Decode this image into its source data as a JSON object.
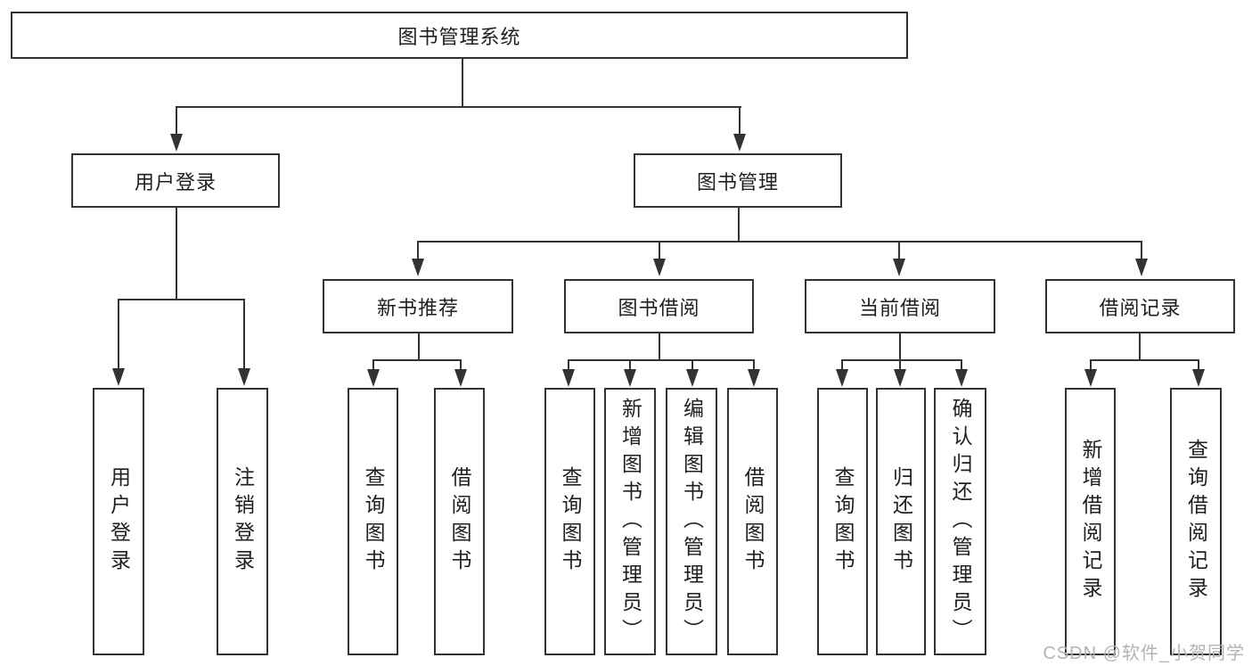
{
  "diagram": {
    "root": {
      "label": "图书管理系统"
    },
    "user_login": {
      "label": "用户登录",
      "children": [
        {
          "label": "用户登录"
        },
        {
          "label": "注销登录"
        }
      ]
    },
    "book_mgmt": {
      "label": "图书管理",
      "sections": [
        {
          "label": "新书推荐",
          "children": [
            {
              "label": "查询图书"
            },
            {
              "label": "借阅图书"
            }
          ]
        },
        {
          "label": "图书借阅",
          "children": [
            {
              "label": "查询图书"
            },
            {
              "label": "新增图书（管理员）"
            },
            {
              "label": "编辑图书（管理员）"
            },
            {
              "label": "借阅图书"
            }
          ]
        },
        {
          "label": "当前借阅",
          "children": [
            {
              "label": "查询图书"
            },
            {
              "label": "归还图书"
            },
            {
              "label": "确认归还（管理员）"
            }
          ]
        },
        {
          "label": "借阅记录",
          "children": [
            {
              "label": "新增借阅记录"
            },
            {
              "label": "查询借阅记录"
            }
          ]
        }
      ]
    }
  },
  "watermark": {
    "text": "CSDN @软件_小贺同学"
  },
  "colors": {
    "background": "#ffffff",
    "line": "#333333",
    "box_border": "#333333",
    "text": "#1f1f1f",
    "watermark": "#b3b3b3"
  }
}
